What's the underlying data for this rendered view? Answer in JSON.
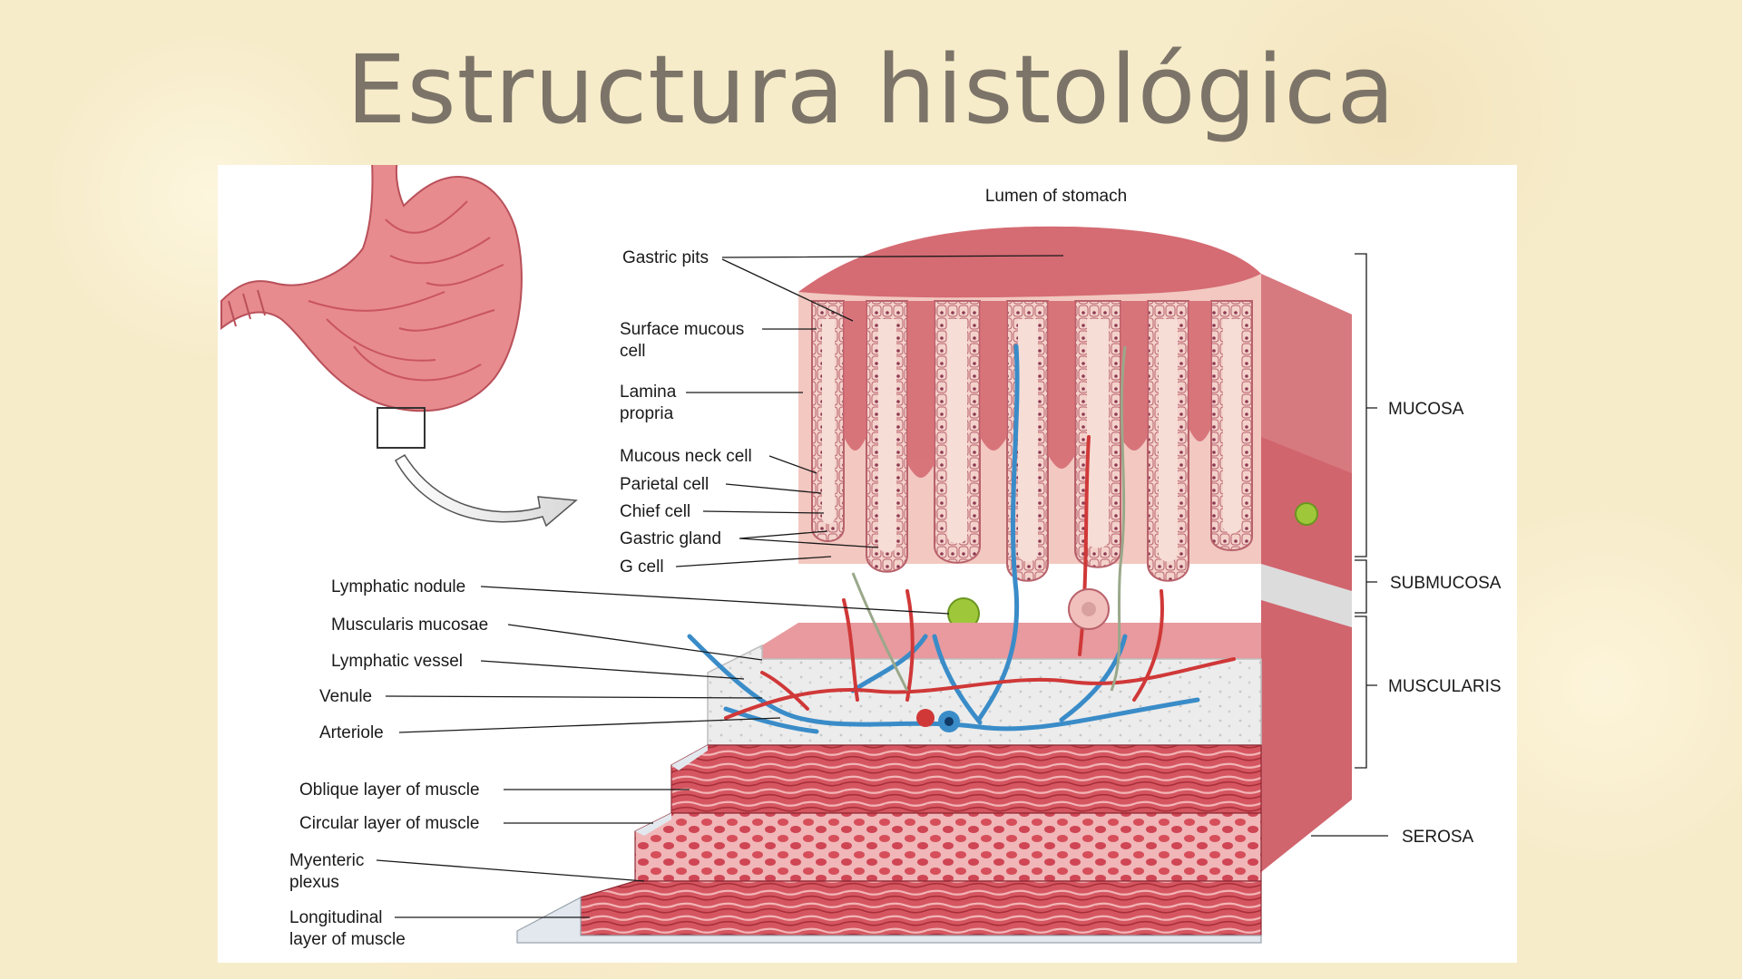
{
  "title": "Estructura histológica",
  "figure": {
    "lumen_label": "Lumen of stomach",
    "left_labels": {
      "gastric_pits": "Gastric pits",
      "surface_mucous_1": "Surface mucous",
      "surface_mucous_2": "cell",
      "lamina_1": "Lamina",
      "lamina_2": "propria",
      "mucous_neck": "Mucous neck cell",
      "parietal": "Parietal cell",
      "chief": "Chief cell",
      "gastric_gland": "Gastric gland",
      "g_cell": "G cell",
      "lymphatic_nodule": "Lymphatic nodule",
      "muscularis_mucosae": "Muscularis mucosae",
      "lymphatic_vessel": "Lymphatic vessel",
      "venule": "Venule",
      "arteriole": "Arteriole",
      "oblique": "Oblique layer of muscle",
      "circular": "Circular layer of muscle",
      "myenteric_1": "Myenteric",
      "myenteric_2": "plexus",
      "longitudinal_1": "Longitudinal",
      "longitudinal_2": "layer of muscle"
    },
    "right_labels": {
      "mucosa": "MUCOSA",
      "submucosa": "SUBMUCOSA",
      "muscularis": "MUSCULARIS",
      "serosa": "SEROSA"
    },
    "colors": {
      "tissue_pink": "#e8a0a0",
      "mucosa_red": "#c95a62",
      "muscle_red": "#c8404a",
      "vein_blue": "#3a8cc8",
      "artery_red": "#d03838",
      "submucosa_gray": "#e6e6e6"
    }
  }
}
